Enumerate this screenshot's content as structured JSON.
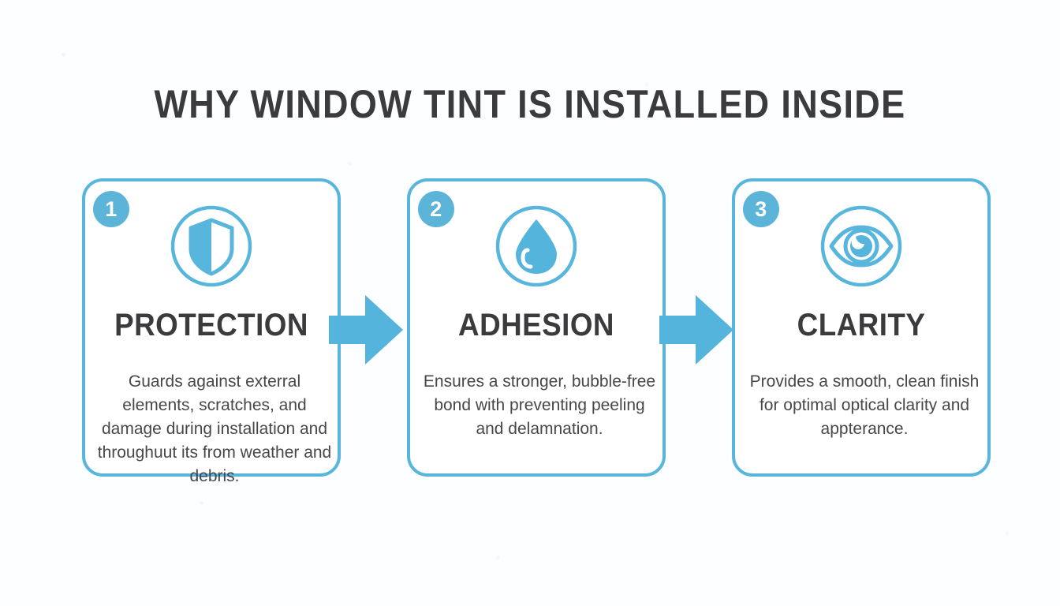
{
  "page": {
    "title": "WHY WINDOW TINT IS INSTALLED INSIDE",
    "background_color": "#fdfeff",
    "accent_color": "#54b4dc",
    "text_color": "#3b3b3d",
    "body_text_color": "#45474a"
  },
  "steps": [
    {
      "number": "1",
      "icon": "shield-icon",
      "heading": "PROTECTION",
      "body": "Guards against exterral elements, scratches, and damage during installation and throughuut its from weather and debris."
    },
    {
      "number": "2",
      "icon": "water-drop-icon",
      "heading": "ADHESION",
      "body": "Ensures a stronger, bubble-free bond with preventing peeling and delamnation."
    },
    {
      "number": "3",
      "icon": "eye-icon",
      "heading": "CLARITY",
      "body": "Provides a smooth, clean finish for optimal optical clarity and appterance."
    }
  ],
  "connectors": [
    {
      "name": "arrow-step-1-to-2",
      "direction": "right"
    },
    {
      "name": "arrow-step-2-to-3",
      "direction": "right"
    }
  ]
}
